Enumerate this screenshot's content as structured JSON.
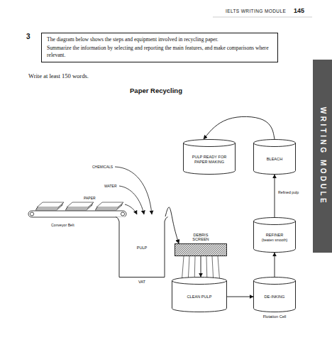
{
  "diagram": {
    "title": "Paper Recycling",
    "nodes": [
      {
        "text": [
          "The diagram below shows the steps and equipment involved in recycling paper.",
          "Summarize the information by selecting and reporting the main features, and make comparisons where relevant."
        ]
      },
      {
        "text": [
          "WRITING MODULE"
        ]
      },
      {
        "text": [
          "PULP READY FOR PAPER MAKING"
        ]
      },
      {
        "text": [
          "BLEACH"
        ]
      },
      {
        "text": [
          "PULP",
          "VAT"
        ]
      },
      {
        "text": [
          "DEBRIS SCREEN"
        ]
      },
      {
        "text": [
          "REFINER",
          "(beaten smooth)"
        ]
      },
      {
        "text": [
          "CLEAN PULP"
        ]
      },
      {
        "text": [
          "DE-INKING",
          "Flotation Cell"
        ]
      }
    ],
    "edges": [
      {
        "from": 4,
        "to": 5,
        "arrow": "to"
      },
      {
        "from": 5,
        "to": 7,
        "arrow": "to"
      },
      {
        "from": 7,
        "to": 8,
        "arrow": "to"
      },
      {
        "from": 8,
        "to": 6,
        "arrow": "to"
      },
      {
        "from": 6,
        "to": 3,
        "label": "Refined pulp",
        "arrow": "to"
      },
      {
        "from": 3,
        "to": 2,
        "arrow": "to"
      }
    ],
    "labels": [
      "IELTS WRITING MODULE",
      "145",
      "3",
      "Write at least 150 words.",
      "CHEMICALS",
      "WATER",
      "PAPER",
      "Conveyor Belt"
    ]
  }
}
